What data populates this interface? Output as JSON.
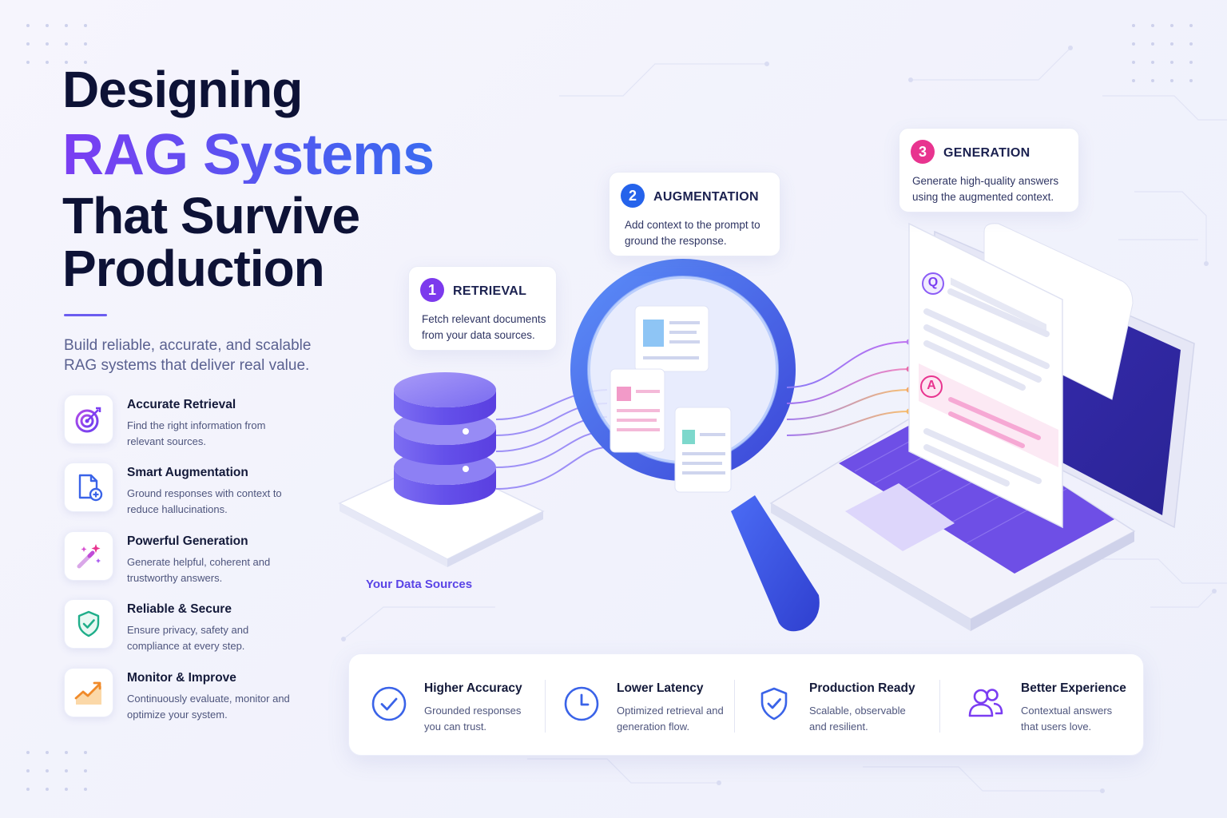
{
  "title": {
    "line1": "Designing",
    "line2": "RAG Systems",
    "line3": "That Survive Production"
  },
  "subtitle": "Build reliable, accurate, and scalable RAG systems that deliver real value.",
  "features": [
    {
      "title": "Accurate Retrieval",
      "desc": "Find the right information from relevant sources.",
      "icon": "target-icon"
    },
    {
      "title": "Smart Augmentation",
      "desc": "Ground responses with context to reduce hallucinations.",
      "icon": "document-plus-icon"
    },
    {
      "title": "Powerful Generation",
      "desc": "Generate helpful, coherent and trustworthy answers.",
      "icon": "magic-wand-icon"
    },
    {
      "title": "Reliable & Secure",
      "desc": "Ensure privacy, safety and compliance at every step.",
      "icon": "shield-check-icon"
    },
    {
      "title": "Monitor & Improve",
      "desc": "Continuously evaluate, monitor and optimize your system.",
      "icon": "trend-chart-icon"
    }
  ],
  "steps": [
    {
      "num": "1",
      "title": "RETRIEVAL",
      "desc": "Fetch relevant documents from your data sources.",
      "color": "#7c3aed"
    },
    {
      "num": "2",
      "title": "AUGMENTATION",
      "desc": "Add context to the prompt to ground the response.",
      "color": "#2563eb"
    },
    {
      "num": "3",
      "title": "GENERATION",
      "desc": "Generate high-quality answers using the augmented context.",
      "color": "#e8348f"
    }
  ],
  "diagram": {
    "data_label": "Your Data Sources",
    "question_badge": "Q",
    "answer_badge": "A"
  },
  "benefits": [
    {
      "title": "Higher Accuracy",
      "desc": "Grounded responses you can trust.",
      "icon": "check-circle-icon"
    },
    {
      "title": "Lower Latency",
      "desc": "Optimized retrieval and generation flow.",
      "icon": "clock-icon"
    },
    {
      "title": "Production Ready",
      "desc": "Scalable, observable and resilient.",
      "icon": "shield-check-icon"
    },
    {
      "title": "Better Experience",
      "desc": "Contextual answers that users love.",
      "icon": "users-icon"
    }
  ],
  "colors": {
    "accent_purple": "#7b3df2",
    "accent_blue": "#3a6bf0",
    "accent_pink": "#e8348f",
    "dark_text": "#0d1236"
  }
}
